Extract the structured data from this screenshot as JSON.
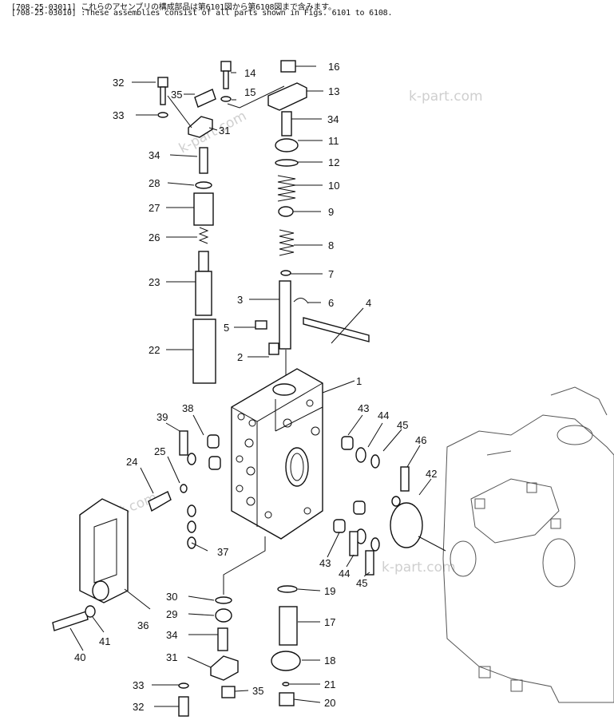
{
  "header": {
    "line1": "[708-25-03011] これらのアセンブリの構成部品は第6101図から第6108図まで含みます。",
    "line2": "[708-25-03010] :These assemblies consist of all parts shown in Figs. 6101 to 6108."
  },
  "watermarks": [
    "k-part.com",
    "k-part.com",
    "k-part.com",
    "k-part.com"
  ],
  "callouts": [
    "32",
    "35",
    "14",
    "15",
    "16",
    "13",
    "33",
    "31",
    "34",
    "11",
    "12",
    "34",
    "28",
    "10",
    "27",
    "9",
    "26",
    "8",
    "23",
    "7",
    "3",
    "6",
    "4",
    "5",
    "22",
    "2",
    "1",
    "38",
    "39",
    "43",
    "44",
    "45",
    "24",
    "25",
    "46",
    "42",
    "37",
    "43",
    "44",
    "45",
    "30",
    "19",
    "29",
    "17",
    "34",
    "36",
    "41",
    "40",
    "31",
    "18",
    "21",
    "33",
    "35",
    "32",
    "20"
  ]
}
